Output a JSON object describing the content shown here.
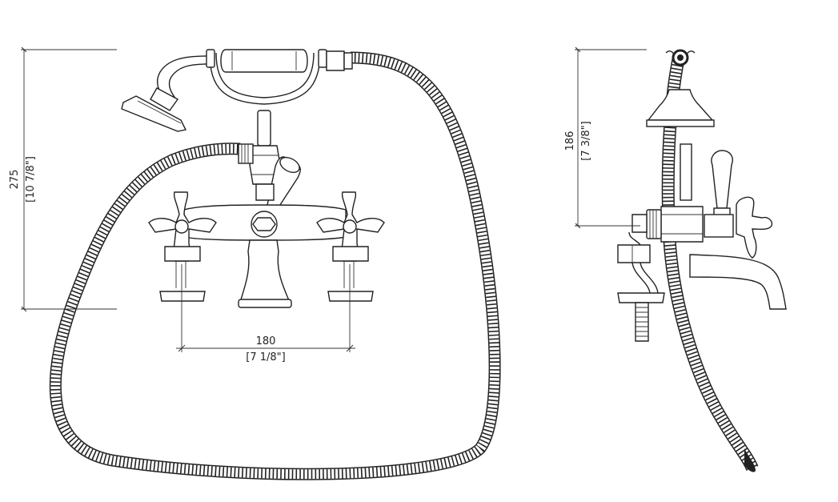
{
  "dimensions": {
    "height_front": {
      "mm": "275",
      "inch": "[10 7/8\"]"
    },
    "spacing": {
      "mm": "180",
      "inch": "[7 1/8\"]"
    },
    "height_side": {
      "mm": "186",
      "inch": "[7 3/8\"]"
    }
  },
  "colors": {
    "ink": "#222222",
    "background": "#ffffff"
  }
}
